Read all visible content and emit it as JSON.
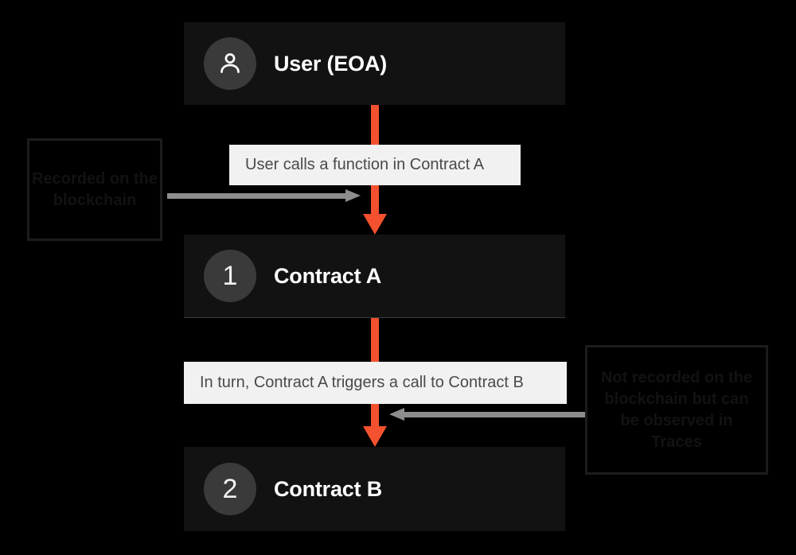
{
  "diagram": {
    "background_color": "#000000",
    "accent_color": "#f4512e",
    "connector_color": "#8d8d8d",
    "node_color": "#121212",
    "caption_color": "#f1f1f1",
    "nodes": [
      {
        "id": "user",
        "label": "User (EOA)",
        "badge_type": "person-icon",
        "badge_text": ""
      },
      {
        "id": "contract-a",
        "label": "Contract A",
        "badge_type": "number",
        "badge_text": "1"
      },
      {
        "id": "contract-b",
        "label": "Contract B",
        "badge_type": "number",
        "badge_text": "2"
      }
    ],
    "captions": [
      {
        "id": "step-1",
        "text": "User calls a function in Contract A"
      },
      {
        "id": "step-2",
        "text": "In turn, Contract A triggers a call to Contract B"
      }
    ],
    "annotations": [
      {
        "id": "recorded",
        "text": "Recorded on the blockchain",
        "points_to": "step-1"
      },
      {
        "id": "not-recorded",
        "text": "Not recorded on the blockchain but can be observed in Traces",
        "points_to": "step-2"
      }
    ]
  }
}
